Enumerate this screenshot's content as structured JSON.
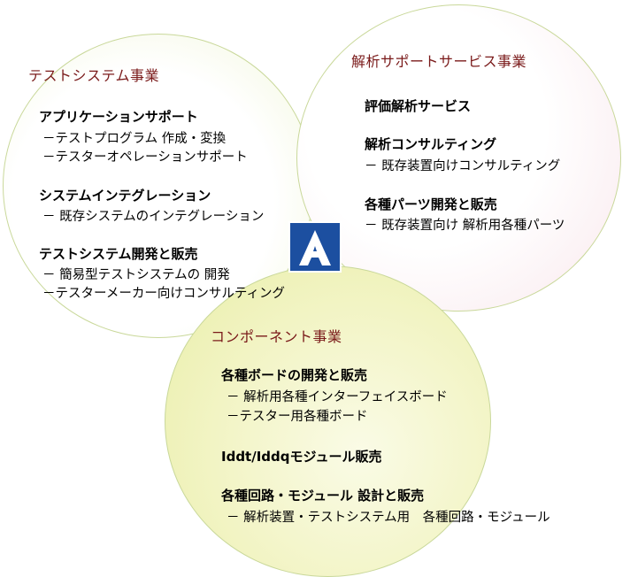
{
  "test_system": {
    "title": "テストシステム事業",
    "items": [
      {
        "head": "アプリケーションサポート",
        "subs": [
          "－テストプログラム 作成・変換",
          "－テスターオペレーションサポート"
        ]
      },
      {
        "head": "システムインテグレーション",
        "subs": [
          "－ 既存システムのインテグレーション"
        ]
      },
      {
        "head": "テストシステム開発と販売",
        "subs": [
          "－ 簡易型テストシステムの 開発",
          "－テスターメーカー向けコンサルティング"
        ]
      }
    ]
  },
  "analysis_support": {
    "title": "解析サポートサービス事業",
    "items": [
      {
        "head": "評価解析サービス",
        "subs": []
      },
      {
        "head": "解析コンサルティング",
        "subs": [
          "－ 既存装置向けコンサルティング"
        ]
      },
      {
        "head": "各種パーツ開発と販売",
        "subs": [
          "－ 既存装置向け 解析用各種パーツ"
        ]
      }
    ]
  },
  "component": {
    "title": "コンポーネント事業",
    "items": [
      {
        "head": "各種ボードの開発と販売",
        "subs": [
          "－ 解析用各種インターフェイスボード",
          "－テスター用各種ボード"
        ]
      },
      {
        "head": "Iddt/Iddqモジュール販売",
        "subs": []
      },
      {
        "head": "各種回路・モジュール 設計と販売",
        "subs": [
          "－ 解析装置・テストシステム用　各種回路・モジュール"
        ]
      }
    ]
  },
  "colors": {
    "title": "#7a1a1a",
    "circle_border": "#c9d89a",
    "logo_blue": "#1c4fa0"
  }
}
